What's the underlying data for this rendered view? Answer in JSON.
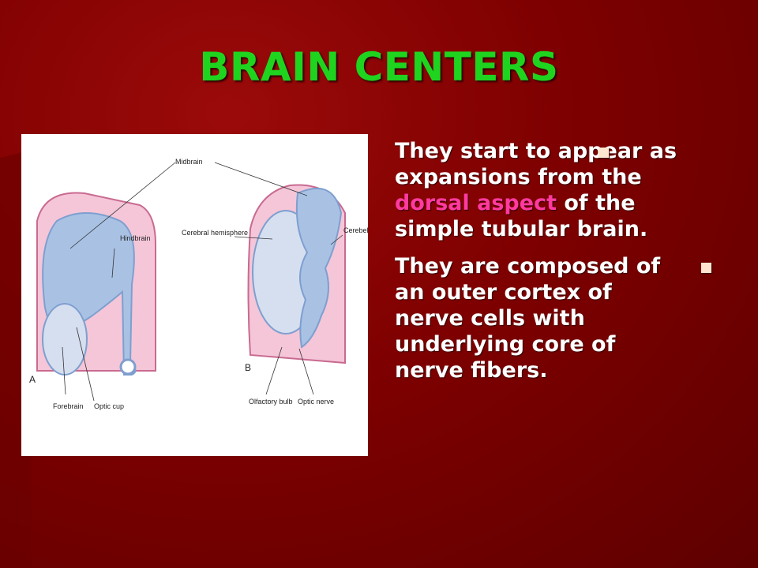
{
  "slide": {
    "title": "BRAIN CENTERS",
    "figure": {
      "labels": {
        "midbrain": "Midbrain",
        "hindbrain": "Hindbrain",
        "cerebral_hemisphere": "Cerebral hemisphere",
        "cerebellum": "Cerebellum",
        "forebrain": "Forebrain",
        "optic_cup": "Optic cup",
        "olfactory_bulb": "Olfactory bulb",
        "optic_nerve": "Optic nerve",
        "panel_a": "A",
        "panel_b": "B"
      }
    },
    "bullets": [
      {
        "before": "They start to appear as expansions from the ",
        "highlight": "dorsal aspect",
        "after": " of the simple tubular brain."
      },
      {
        "text": "They are composed of an outer cortex of nerve cells with underlying core of nerve fibers."
      }
    ],
    "colors": {
      "background": "#7e0000",
      "title": "#1fd41f",
      "highlight": "#ff3aa0",
      "body_text": "#ffffff"
    }
  }
}
